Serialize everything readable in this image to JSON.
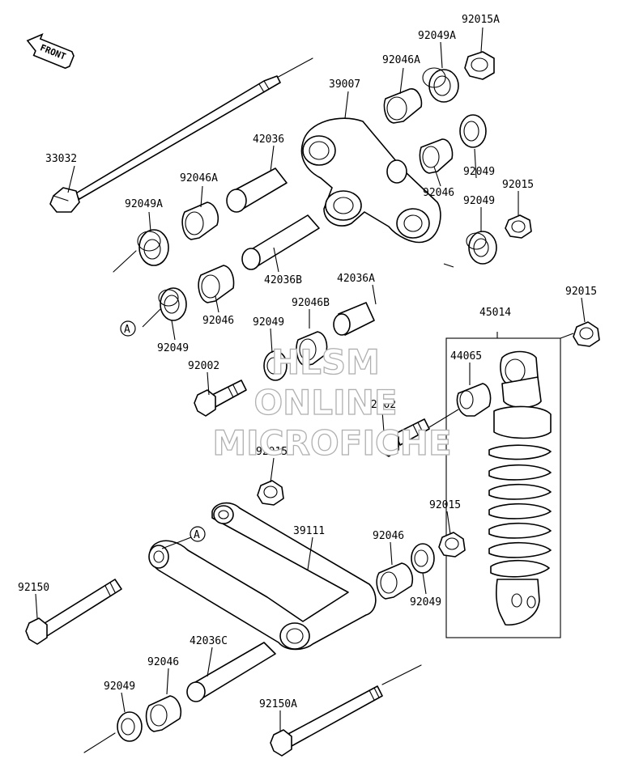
{
  "watermark": {
    "line1": "HLSM",
    "line2": "ONLINE",
    "line3": "MICROFICHE"
  },
  "front_arrow": {
    "label": "FRONT"
  },
  "ref_marker": "A",
  "callouts": {
    "p33032": "33032",
    "p39007": "39007",
    "p92015A": "92015A",
    "p92049A_top": "92049A",
    "p92046A_top": "92046A",
    "p42036": "42036",
    "p92046A_left": "92046A",
    "p92049A_left": "92049A",
    "p42036B": "42036B",
    "p92046_left": "92046",
    "p92049_left": "92049",
    "p42036A": "42036A",
    "p92046B": "92046B",
    "p92049_mid": "92049",
    "p92002_left": "92002",
    "p92049_right": "92049",
    "p92046_right": "92046",
    "p92049_right2": "92049",
    "p92015_right": "92015",
    "p92015_shock": "92015",
    "p45014": "45014",
    "p44065": "44065",
    "p92002_right": "92002",
    "p92015_mid": "92015",
    "p39111": "39111",
    "p92015_low": "92015",
    "p92046_low": "92046",
    "p92049_low": "92049",
    "p92150": "92150",
    "p42036C": "42036C",
    "p92046_bottom": "92046",
    "p92049_bottom": "92049",
    "p92150A": "92150A"
  }
}
